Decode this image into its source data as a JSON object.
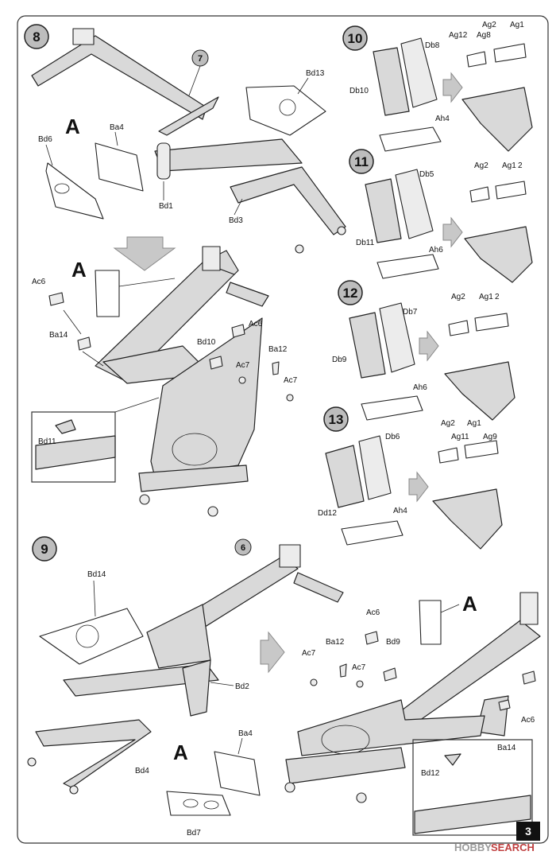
{
  "page_number": "3",
  "watermark": {
    "brand_a": "HOBBY",
    "brand_b": "SEARCH"
  },
  "steps": {
    "s8": {
      "number": "8",
      "ref": "7"
    },
    "s9": {
      "number": "9",
      "ref": "6"
    },
    "s10": {
      "number": "10"
    },
    "s11": {
      "number": "11"
    },
    "s12": {
      "number": "12"
    },
    "s13": {
      "number": "13"
    }
  },
  "labels": {
    "A": "A",
    "Ba4": "Ba4",
    "Bd6": "Bd6",
    "Bd1": "Bd1",
    "Bd3": "Bd3",
    "Bd13": "Bd13",
    "Ac6": "Ac6",
    "Ba14": "Ba14",
    "Bd10": "Bd10",
    "Ba12": "Ba12",
    "Ac7": "Ac7",
    "Bd11": "Bd11",
    "Bd14": "Bd14",
    "Bd2": "Bd2",
    "Bd4": "Bd4",
    "Bd7": "Bd7",
    "Bd9": "Bd9",
    "Bd12": "Bd12",
    "Db10": "Db10",
    "Db8": "Db8",
    "Ah4": "Ah4",
    "Ag12": "Ag12",
    "Ag8": "Ag8",
    "Ag2": "Ag2",
    "Ag1": "Ag1",
    "Db11": "Db11",
    "Db5": "Db5",
    "Ah6": "Ah6",
    "Db9": "Db9",
    "Db7": "Db7",
    "Dd12": "Dd12",
    "Db6": "Db6",
    "Ag11": "Ag11",
    "Ag9": "Ag9",
    "x2": "2"
  }
}
